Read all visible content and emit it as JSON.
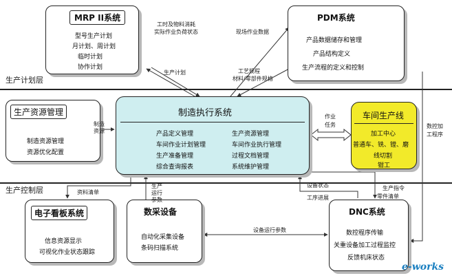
{
  "layers": {
    "plan": "生产计划层",
    "control": "生产控制层"
  },
  "mrp": {
    "title": "MRP II系统",
    "items": [
      "型号生产计划",
      "月计划、周计划",
      "临时计划",
      "协作计划"
    ]
  },
  "pdm": {
    "title": "PDM系统",
    "items": [
      "产品数据储存和管理",
      "产品结构定义",
      "生产流程的定义和控制"
    ]
  },
  "resource": {
    "title": "生产资源管理",
    "items": [
      "制造资源管理",
      "资源优化配置"
    ]
  },
  "mes": {
    "title": "制造执行系统",
    "left": [
      "产品定义管理",
      "车间作业计划管理",
      "生产准备管理",
      "综合查询报表"
    ],
    "right": [
      "生产资源管理",
      "车间作业执行管理",
      "过程文档管理",
      "系统维护管理"
    ]
  },
  "workshop": {
    "title": "车间生产线",
    "items": [
      "加工中心",
      "普通车、铣、镗、磨",
      "线切割",
      "钳工"
    ]
  },
  "kanban": {
    "title": "电子看板系统",
    "items": [
      "信息资源显示",
      "可视化作业状态跟踪"
    ]
  },
  "collect": {
    "title": "数采设备",
    "items": [
      "自动化采集设备",
      "条码扫描系统"
    ]
  },
  "dnc": {
    "title": "DNC系统",
    "items": [
      "数控程序传输",
      "关重设备加工过程监控",
      "反馈机床状态"
    ]
  },
  "labels": {
    "work_status_1": "工时及物料消耗",
    "work_status_2": "实际作业负荷状态",
    "field_data": "现场作业数据",
    "plan": "生产计划",
    "route_1": "工艺规程",
    "route_2": "材料/零部件规格",
    "mfg_res_1": "制造",
    "mfg_res_2": "资源",
    "task_1": "作业",
    "task_2": "任务",
    "nc_1": "数控加",
    "nc_2": "工程序",
    "material_list": "资料清单",
    "run_param_1": "生产",
    "run_param_2": "运行",
    "run_param_3": "参数",
    "equip_status": "设备状态",
    "proc_progress": "工序进展",
    "cmd_1": "生产指令",
    "cmd_2": "零件清单",
    "equip_param": "设备运行参数"
  },
  "watermark": "e-works",
  "colors": {
    "mes_fill": "#cfeef0",
    "workshop_fill": "#f2ea2a",
    "line": "#333333"
  }
}
